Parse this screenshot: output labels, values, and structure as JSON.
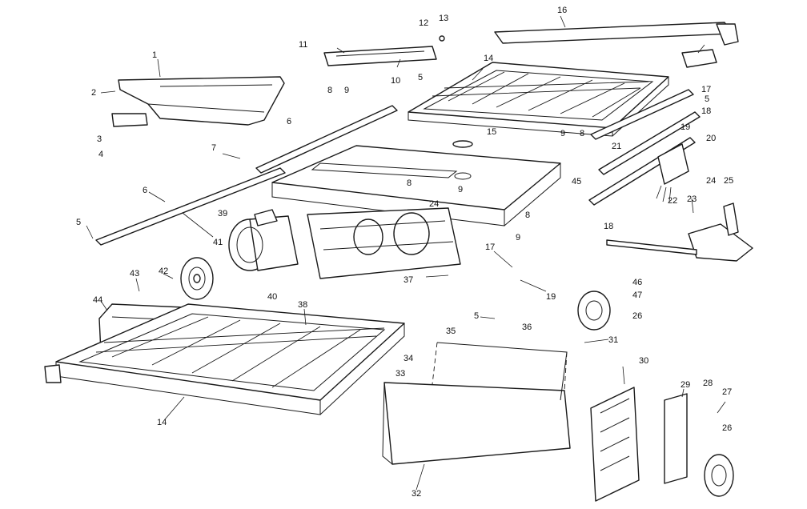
{
  "callouts": [
    {
      "id": "c1",
      "label": "1"
    },
    {
      "id": "c2",
      "label": "2"
    },
    {
      "id": "c3",
      "label": "3"
    },
    {
      "id": "c4",
      "label": "4"
    },
    {
      "id": "c5a",
      "label": "5"
    },
    {
      "id": "c5b",
      "label": "5"
    },
    {
      "id": "c5c",
      "label": "5"
    },
    {
      "id": "c5d",
      "label": "5"
    },
    {
      "id": "c6a",
      "label": "6"
    },
    {
      "id": "c6b",
      "label": "6"
    },
    {
      "id": "c7",
      "label": "7"
    },
    {
      "id": "c8a",
      "label": "8"
    },
    {
      "id": "c8b",
      "label": "8"
    },
    {
      "id": "c8c",
      "label": "8"
    },
    {
      "id": "c8d",
      "label": "8"
    },
    {
      "id": "c9a",
      "label": "9"
    },
    {
      "id": "c9b",
      "label": "9"
    },
    {
      "id": "c9c",
      "label": "9"
    },
    {
      "id": "c9d",
      "label": "9"
    },
    {
      "id": "c10",
      "label": "10"
    },
    {
      "id": "c11",
      "label": "11"
    },
    {
      "id": "c12",
      "label": "12"
    },
    {
      "id": "c13",
      "label": "13"
    },
    {
      "id": "c14a",
      "label": "14"
    },
    {
      "id": "c14b",
      "label": "14"
    },
    {
      "id": "c15",
      "label": "15"
    },
    {
      "id": "c16",
      "label": "16"
    },
    {
      "id": "c17a",
      "label": "17"
    },
    {
      "id": "c17b",
      "label": "17"
    },
    {
      "id": "c18a",
      "label": "18"
    },
    {
      "id": "c18b",
      "label": "18"
    },
    {
      "id": "c19a",
      "label": "19"
    },
    {
      "id": "c19b",
      "label": "19"
    },
    {
      "id": "c20",
      "label": "20"
    },
    {
      "id": "c21",
      "label": "21"
    },
    {
      "id": "c22",
      "label": "22"
    },
    {
      "id": "c23",
      "label": "23"
    },
    {
      "id": "c24a",
      "label": "24"
    },
    {
      "id": "c24b",
      "label": "24"
    },
    {
      "id": "c25",
      "label": "25"
    },
    {
      "id": "c26a",
      "label": "26"
    },
    {
      "id": "c26b",
      "label": "26"
    },
    {
      "id": "c27",
      "label": "27"
    },
    {
      "id": "c28",
      "label": "28"
    },
    {
      "id": "c29",
      "label": "29"
    },
    {
      "id": "c30",
      "label": "30"
    },
    {
      "id": "c31",
      "label": "31"
    },
    {
      "id": "c32",
      "label": "32"
    },
    {
      "id": "c33",
      "label": "33"
    },
    {
      "id": "c34",
      "label": "34"
    },
    {
      "id": "c35",
      "label": "35"
    },
    {
      "id": "c36",
      "label": "36"
    },
    {
      "id": "c37",
      "label": "37"
    },
    {
      "id": "c38",
      "label": "38"
    },
    {
      "id": "c39",
      "label": "39"
    },
    {
      "id": "c40",
      "label": "40"
    },
    {
      "id": "c41",
      "label": "41"
    },
    {
      "id": "c42",
      "label": "42"
    },
    {
      "id": "c43",
      "label": "43"
    },
    {
      "id": "c44",
      "label": "44"
    },
    {
      "id": "c45",
      "label": "45"
    },
    {
      "id": "c46",
      "label": "46"
    },
    {
      "id": "c47",
      "label": "47"
    }
  ]
}
